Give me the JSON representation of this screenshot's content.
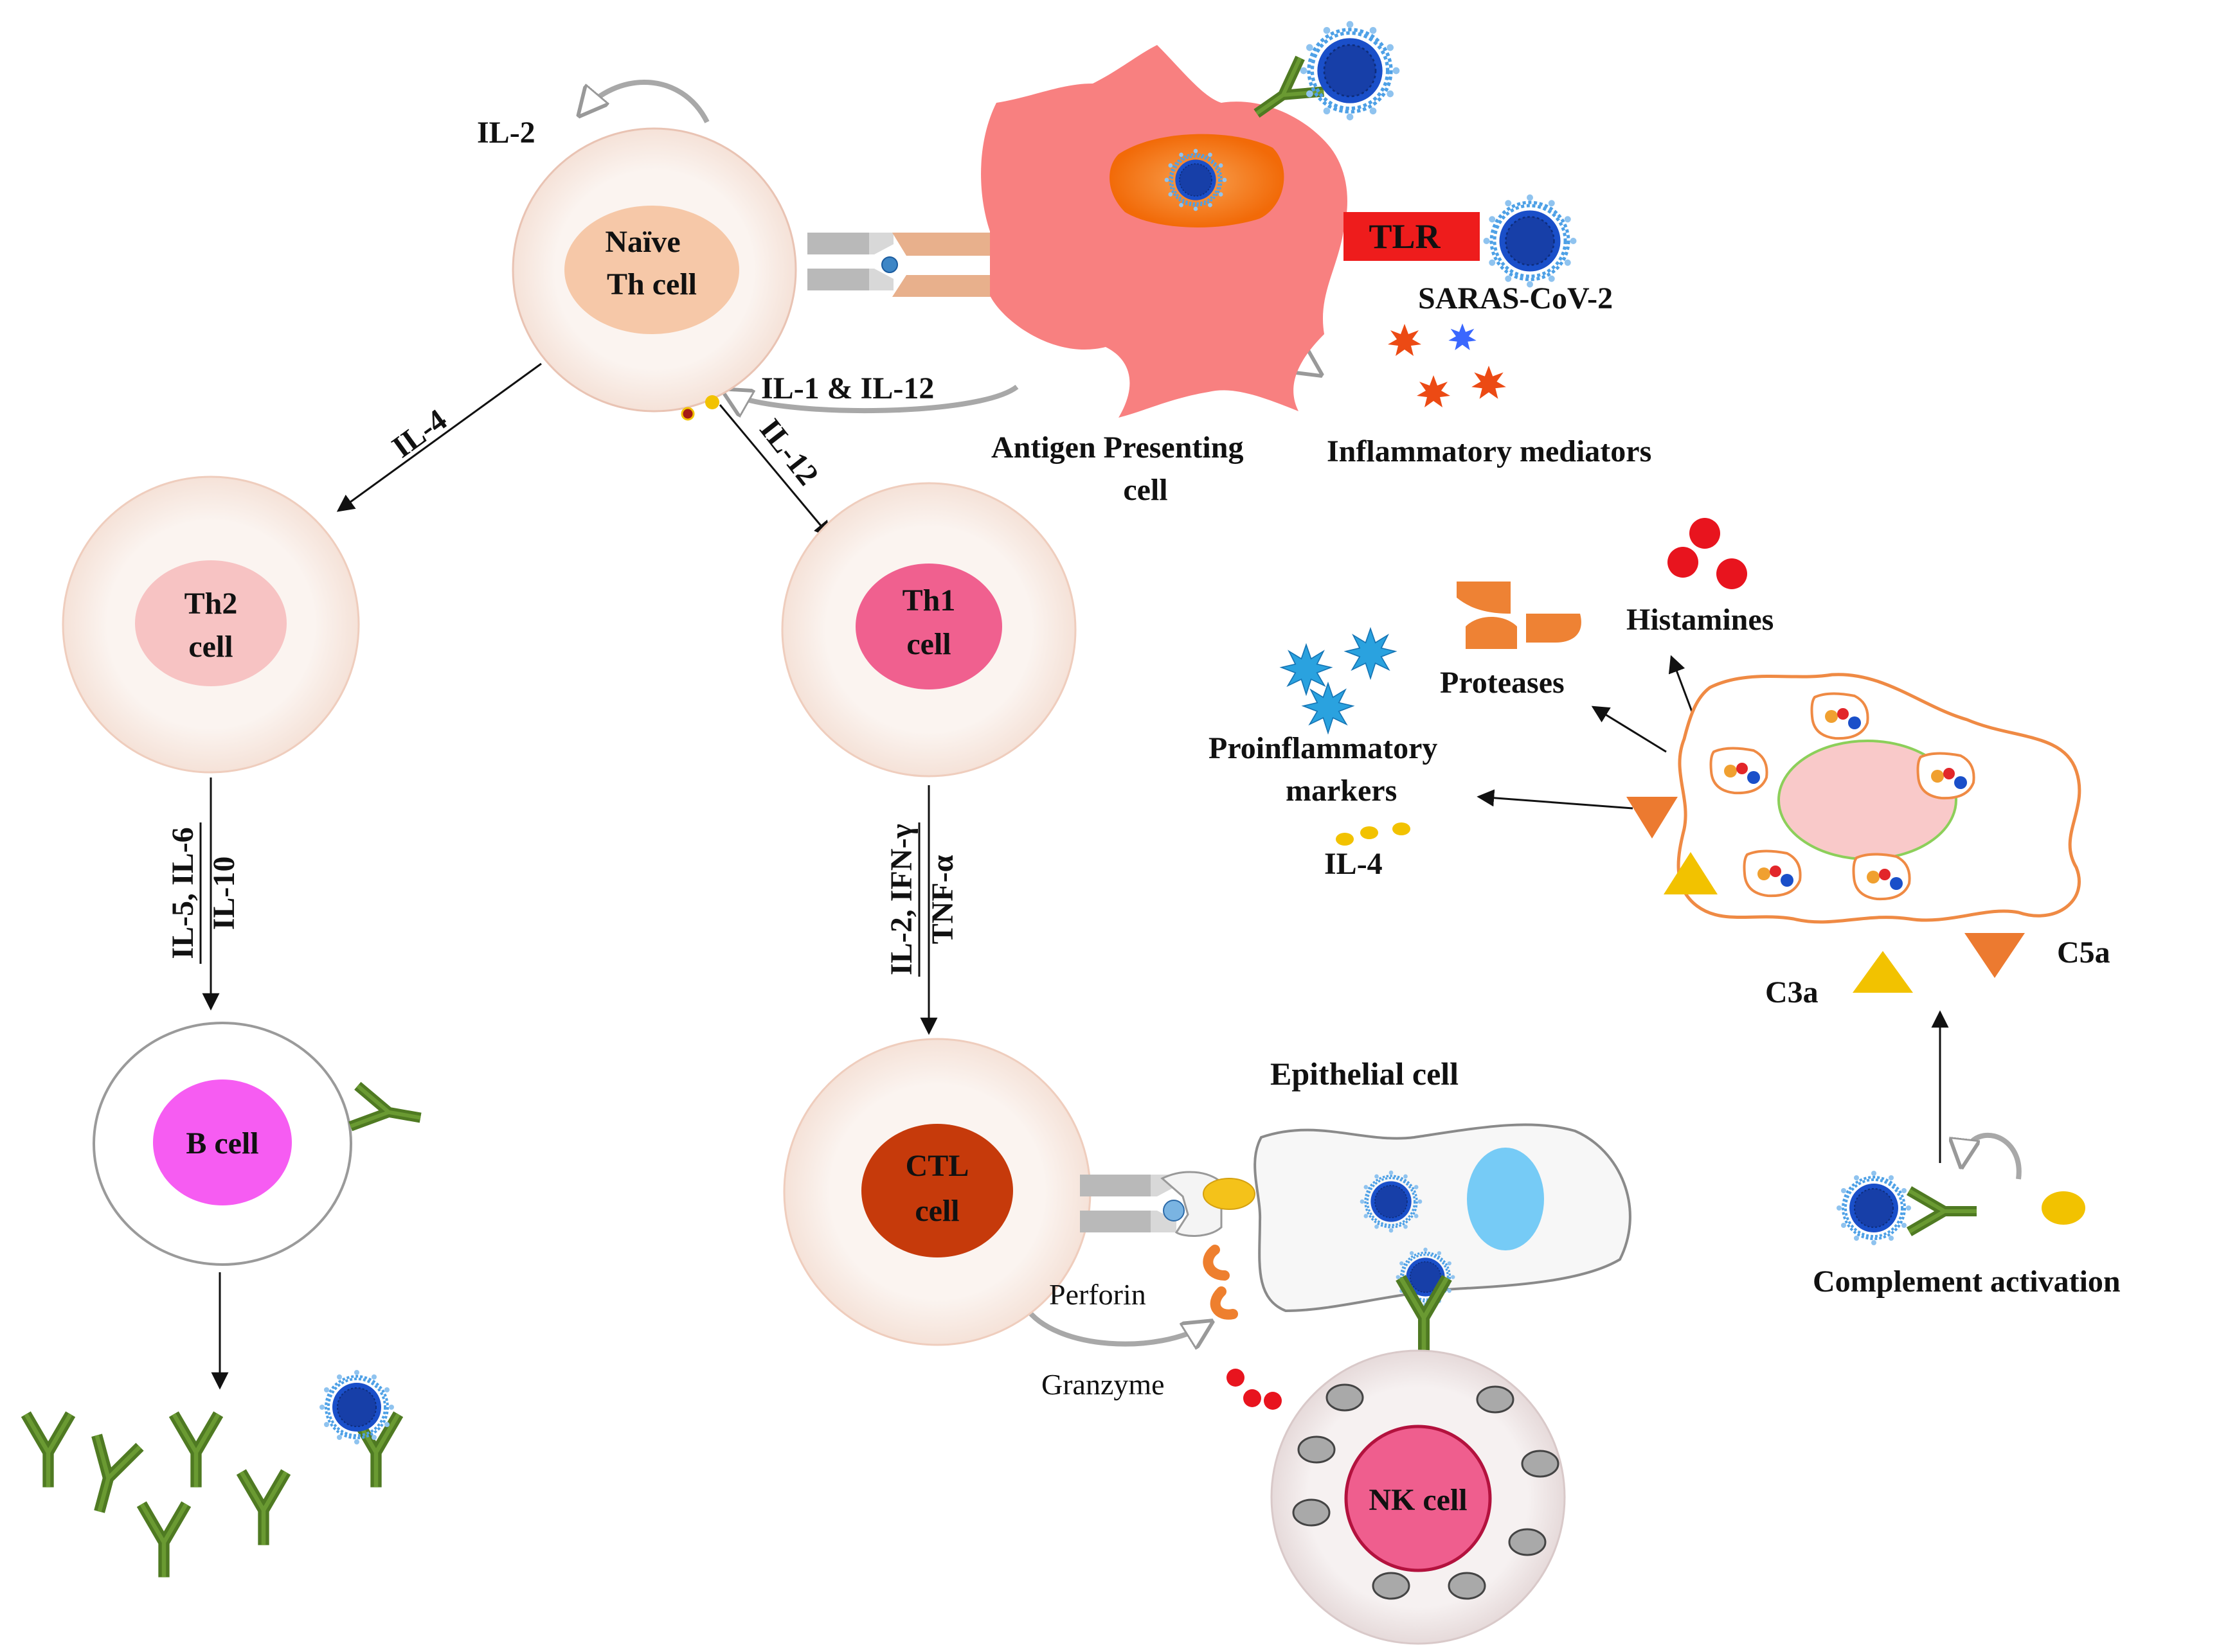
{
  "labels": {
    "il2_top": "IL-2",
    "naive_line1": "Naïve",
    "naive_line2": "Th cell",
    "tlr": "TLR",
    "sars": "SARAS-CoV-2",
    "il1_il12": "IL-1 & IL-12",
    "il4_arrow": "IL-4",
    "il12_arrow": "IL-12",
    "apc_line1": "Antigen Presenting",
    "apc_line2": "cell",
    "inflammatory": "Inflammatory mediators",
    "th2_line1": "Th2",
    "th2_line2": "cell",
    "th1_line1": "Th1",
    "th1_line2": "cell",
    "histamines": "Histamines",
    "proteases": "Proteases",
    "proinf_line1": "Proinflammatory",
    "proinf_line2": "markers",
    "il4_mast": "IL-4",
    "th2_cyt_line1": "IL-5, IL-6",
    "th2_cyt_line2": "IL-10",
    "th1_cyt_line1": "IL-2, IFN-γ",
    "th1_cyt_line2": "TNF-α",
    "c5a": "C5a",
    "c3a": "C3a",
    "bcell": "B cell",
    "epithelial": "Epithelial cell",
    "ctl_line1": "CTL",
    "ctl_line2": "cell",
    "perforin": "Perforin",
    "granzyme": "Granzyme",
    "nkcell": "NK cell",
    "complement": "Complement activation"
  },
  "colors": {
    "outer_cell_fill": "#fbf3ef",
    "outer_cell_stroke": "#f2c8b8",
    "naive_nucleus": "#f6c8a8",
    "th2_nucleus": "#f7c3c3",
    "th1_nucleus": "#f0608f",
    "b_nucleus": "#f65cf2",
    "ctl_nucleus": "#c63a0b",
    "nk_nucleus": "#ef5e8e",
    "apc_body": "#f88080",
    "apc_nucleus": "#f57a10",
    "tlr": "#ee1c1c",
    "virus": "#1a4fc9",
    "antibody": "#4f7a22",
    "mast_stroke": "#ef8a44",
    "mast_nucleus": "#f9c9c9",
    "protease": "#ee8234",
    "histamine": "#e8141e",
    "c3a": "#f2c200",
    "c5a": "#ec7a30",
    "epithelial_nucleus": "#76cbf6",
    "proinf_marker": "#2aa2df"
  }
}
